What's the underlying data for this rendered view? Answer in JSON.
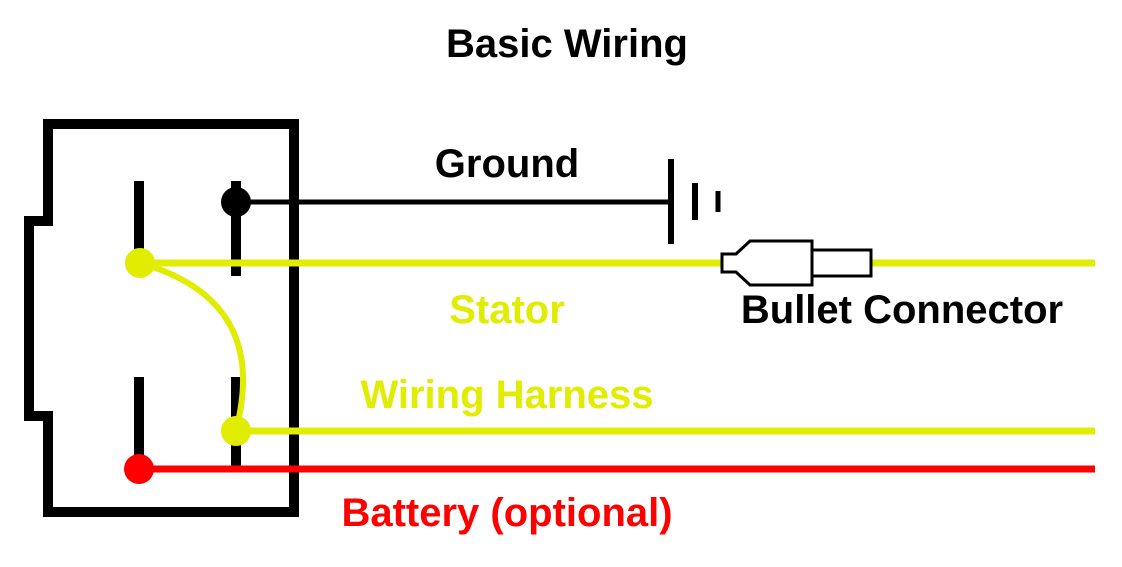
{
  "title": "Basic Wiring",
  "labels": {
    "ground": "Ground",
    "stator": "Stator",
    "bullet_connector": "Bullet Connector",
    "wiring_harness": "Wiring Harness",
    "battery": "Battery (optional)"
  },
  "colors": {
    "black": "#000000",
    "yellow": "#e0ec00",
    "red": "#ff0000",
    "background": "#ffffff"
  },
  "icons": {
    "ground": "ground-symbol-icon",
    "connector": "bullet-connector-icon",
    "regulator": "regulator-block-icon"
  }
}
